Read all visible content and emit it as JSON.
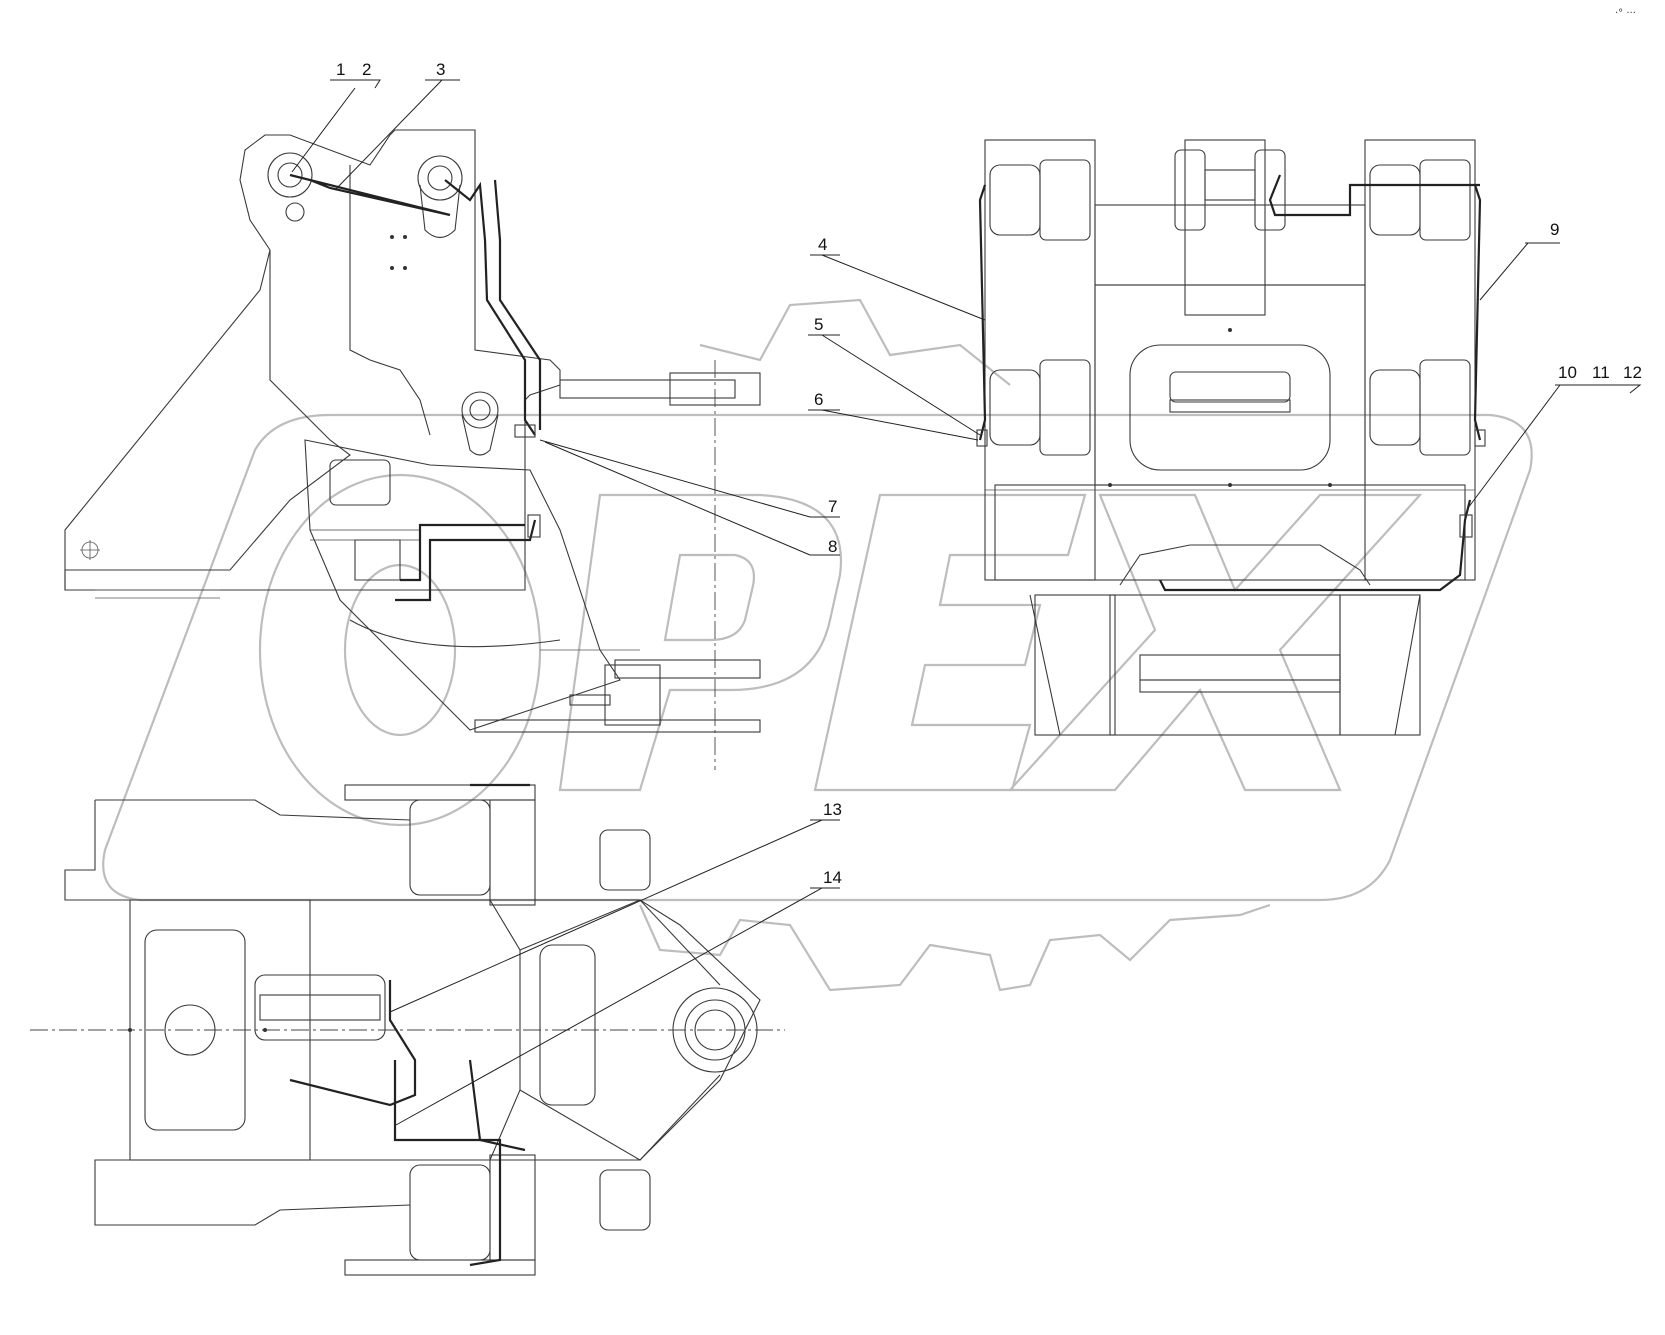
{
  "watermark": {
    "text": "OPEX",
    "color": "#bdbdbd"
  },
  "corner_mark": "·° ···",
  "callouts": {
    "c1": "1",
    "c2": "2",
    "c3": "3",
    "c4": "4",
    "c5": "5",
    "c6": "6",
    "c7": "7",
    "c8": "8",
    "c9": "9",
    "c10": "10",
    "c11": "11",
    "c12": "12",
    "c13": "13",
    "c14": "14"
  }
}
